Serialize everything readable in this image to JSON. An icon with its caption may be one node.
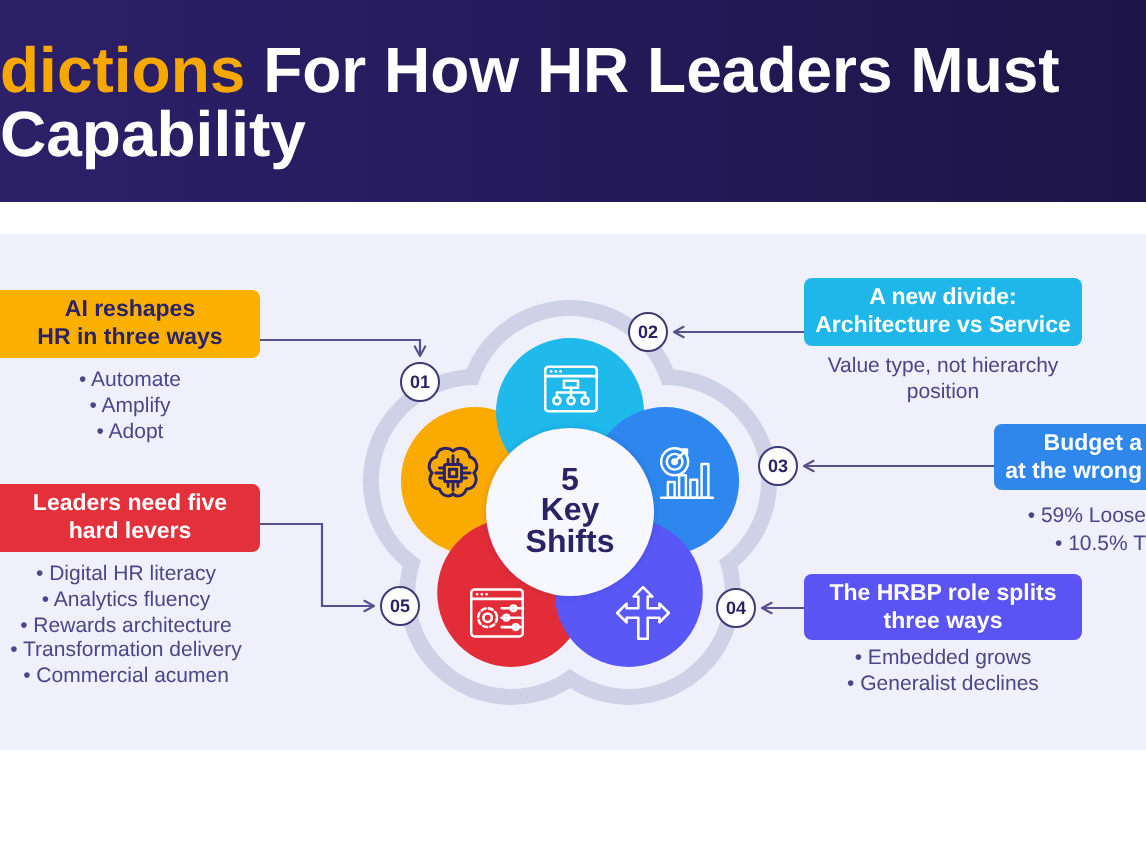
{
  "diagram": {
    "title": "dictions For How HR Leaders Must Capability",
    "nodes": [
      {
        "text": [
          "AI reshapes HR in three ways"
        ],
        "beside": [
          "• Automate",
          "• Amplify",
          "• Adopt"
        ]
      },
      {
        "text": [
          "01"
        ]
      },
      {
        "text": [
          "02"
        ]
      },
      {
        "text": [
          "A new divide: Architecture vs Service"
        ],
        "beside": [
          "Value type, not hierarchy position"
        ]
      },
      {
        "text": [
          "03"
        ]
      },
      {
        "text": [
          "Budget a at the wrong"
        ],
        "beside": [
          "• 59% Loose",
          "• 10.5% T"
        ]
      },
      {
        "text": [
          "Leaders need five hard levers"
        ],
        "beside": [
          "• Digital HR literacy",
          "• Analytics fluency",
          "• Rewards architecture",
          "• Transformation delivery",
          "• Commercial acumen"
        ]
      },
      {
        "text": [
          "05"
        ]
      },
      {
        "text": [
          "5 Key Shifts"
        ]
      },
      {
        "text": [
          "04"
        ]
      },
      {
        "text": [
          "The HRBP role splits three ways"
        ],
        "beside": [
          "• Embedded grows",
          "• Generalist declines"
        ]
      }
    ],
    "edges": [
      {
        "from": 0,
        "to": 1,
        "arrow": "to"
      },
      {
        "from": 3,
        "to": 2,
        "arrow": "to"
      },
      {
        "from": 5,
        "to": 4,
        "arrow": "to"
      },
      {
        "from": 6,
        "to": 7,
        "arrow": "to"
      },
      {
        "from": 10,
        "to": 9,
        "arrow": "to"
      }
    ]
  }
}
